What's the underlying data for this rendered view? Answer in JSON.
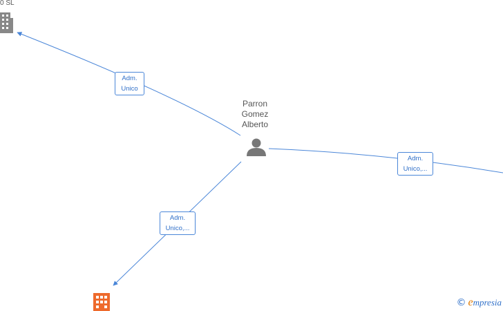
{
  "nodes": {
    "top_company": {
      "label": "0 SL",
      "icon": "building-icon",
      "color": "#888888"
    },
    "person": {
      "label_lines": [
        "Parron",
        "Gomez",
        "Alberto"
      ],
      "icon": "person-icon",
      "color": "#777777"
    },
    "bottom_company": {
      "icon": "building-icon",
      "color": "#ee6a2c"
    }
  },
  "edges": {
    "to_top": {
      "line1": "Adm.",
      "line2": "Unico"
    },
    "to_right": {
      "line1": "Adm.",
      "line2": "Unico,..."
    },
    "to_bottom": {
      "line1": "Adm.",
      "line2": "Unico,..."
    }
  },
  "colors": {
    "edge": "#4a86d8"
  },
  "watermark": {
    "symbol": "©",
    "initial": "e",
    "rest": "mpresia"
  }
}
